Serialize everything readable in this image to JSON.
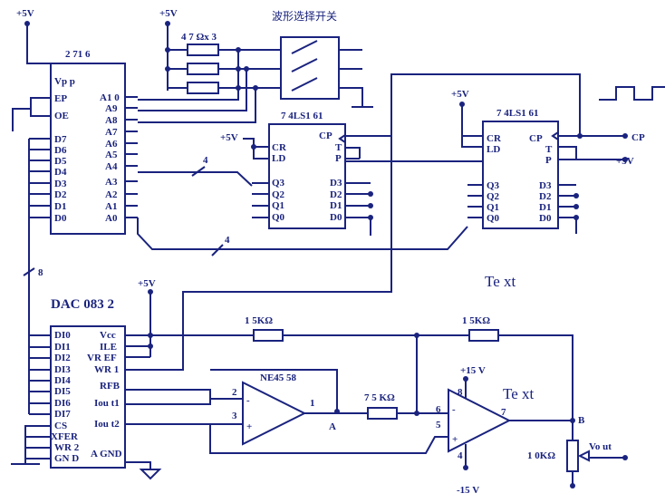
{
  "power": {
    "pos5": "+5V",
    "pos15": "+15 V",
    "neg15": "-15 V"
  },
  "switch_title": "波形选择开关",
  "res_array": "4 7 Ωx 3",
  "eprom": {
    "name": "2 71 6",
    "pins_left": [
      "Vp p",
      "EP",
      "OE",
      "D7",
      "D6",
      "D5",
      "D4",
      "D3",
      "D2",
      "D1",
      "D0"
    ],
    "pins_right": [
      "A1 0",
      "A9",
      "A8",
      "A7",
      "A6",
      "A5",
      "A4",
      "A3",
      "A2",
      "A1",
      "A0"
    ]
  },
  "counter1": {
    "name": "7 4LS1 61",
    "pins_left": [
      "CR",
      "LD",
      "Q3",
      "Q2",
      "Q1",
      "Q0"
    ],
    "pins_right": [
      "CP",
      "T",
      "P",
      "D3",
      "D2",
      "D1",
      "D0"
    ]
  },
  "counter2": {
    "name": "7 4LS1 61",
    "pins_left": [
      "CR",
      "LD",
      "Q3",
      "Q2",
      "Q1",
      "Q0"
    ],
    "pins_right": [
      "CP",
      "T",
      "P",
      "D3",
      "D2",
      "D1",
      "D0"
    ]
  },
  "ext": {
    "cp": "CP",
    "p5": "+5V"
  },
  "bus": {
    "b4a": "4",
    "b4b": "4",
    "b8": "8"
  },
  "dac": {
    "name": "DAC 083 2",
    "pins_left": [
      "DI0",
      "DI1",
      "DI2",
      "DI3",
      "DI4",
      "DI5",
      "DI6",
      "DI7",
      "CS",
      "XFER",
      "WR 2",
      "GN D"
    ],
    "pins_right": [
      "Vcc",
      "ILE",
      "VR EF",
      "WR 1",
      "RFB",
      "Iou t1",
      "Iou t2",
      "A GND"
    ]
  },
  "opamp1": {
    "name": "NE45 58",
    "pin2": "2",
    "pin3": "3",
    "pin1": "1",
    "minus": "-",
    "plus": "+"
  },
  "opamp2": {
    "pin6": "6",
    "pin5": "5",
    "pin7": "7",
    "pin8": "8",
    "pin4": "4",
    "minus": "-",
    "plus": "+"
  },
  "resistors": {
    "r1": "1 5KΩ",
    "r2": "1 5KΩ",
    "r3": "7 5 KΩ",
    "r4": "1 0KΩ"
  },
  "nodes": {
    "a": "A",
    "b": "B"
  },
  "vout": "Vo ut",
  "text1": "Te xt",
  "text2": "Te xt"
}
